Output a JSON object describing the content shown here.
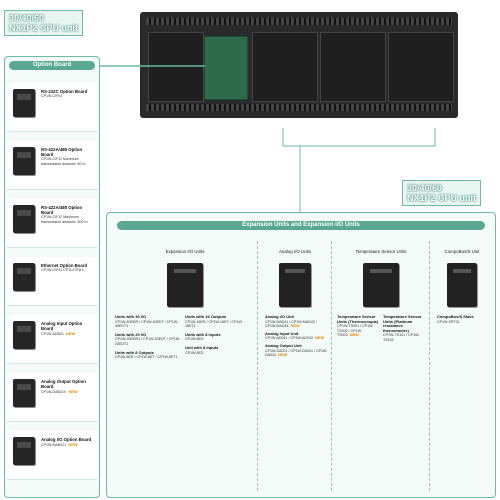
{
  "top_title": {
    "line1": "30/40/60",
    "line2": "NX1P2 CPU unit"
  },
  "mid_title": {
    "line1": "30/40/60",
    "line2": "NX1P2 CPU unit"
  },
  "option_board": {
    "header": "Option Board",
    "items": [
      {
        "name": "RS-232C Option Board",
        "code": "CP1W-CIF01",
        "tag": ""
      },
      {
        "name": "RS-422A/485 Option Board",
        "code": "CP1W-CIF11 Maximum transmission distance: 50 m",
        "tag": ""
      },
      {
        "name": "RS-422A/485 Option Board",
        "code": "CP1W-CIF12 Maximum transmission distance: 500 m",
        "tag": ""
      },
      {
        "name": "Ethernet Option Board",
        "code": "CP1W-CIF41 CP1L/CP1H...",
        "tag": ""
      },
      {
        "name": "Analog Input Option Board",
        "code": "CP1W-ADB21",
        "tag": "NEW"
      },
      {
        "name": "Analog Output Option Board",
        "code": "CP1W-DAB21V",
        "tag": "NEW"
      },
      {
        "name": "Analog I/O Option Board",
        "code": "CP1W-MAB221",
        "tag": "NEW"
      }
    ]
  },
  "expansion": {
    "header": "Expansion Units and Expansion I/O Units",
    "expansion_io": {
      "title": "Expansion I/O Units",
      "left": [
        {
          "name": "Units with 40 I/O",
          "code": "CP1W-40EDR / CP1W-40EDT / CP1W-40EDT1"
        },
        {
          "name": "Units with 20 I/O",
          "code": "CP1W-20EDR1 / CP1W-20EDT / CP1W-20EDT1"
        },
        {
          "name": "Units with 8 Outputs",
          "code": "CP1W-8ER / CP1W-8ET / CP1W-8ET1"
        }
      ],
      "right": [
        {
          "name": "Units with 16 Outputs",
          "code": "CP1W-16ER / CP1W-16ET / CP1W-16ET1"
        },
        {
          "name": "Units with 8 Inputs",
          "code": "CP1W-8ED"
        },
        {
          "name": "Unit with 8 Inputs",
          "code": "CP1W-8ED"
        }
      ]
    },
    "analog_io": {
      "title": "Analog I/O Units",
      "items": [
        {
          "name": "Analog I/O Unit",
          "code": "CP1W-MAD11 / CP1W-MAD42 / CP1W-MAD44",
          "tag": "NEW"
        },
        {
          "name": "Analog Input Unit",
          "code": "CP1W-AD041 / CP1W-AD042",
          "tag": "NEW"
        },
        {
          "name": "Analog Output Unit",
          "code": "CP1W-DA021 / CP1W-DA041 / CP1W-DA042",
          "tag": "NEW"
        }
      ]
    },
    "temperature": {
      "title": "Temperature Sensor Units",
      "left": {
        "name": "Temperature Sensor Units (Thermocouple)",
        "code": "CP1W-TS001 / CP1W-TS002 / CP1W-TS003",
        "tag": "NEW"
      },
      "right": {
        "name": "Temperature Sensor Units (Platinum resistance thermometer)",
        "code": "CP1W-TS101 / CP1W-TS102",
        "tag": ""
      }
    },
    "compobus": {
      "title": "CompoBus/S Unit",
      "item": {
        "name": "CompoBus/S Slave",
        "code": "CP1W-SRT21"
      }
    }
  }
}
